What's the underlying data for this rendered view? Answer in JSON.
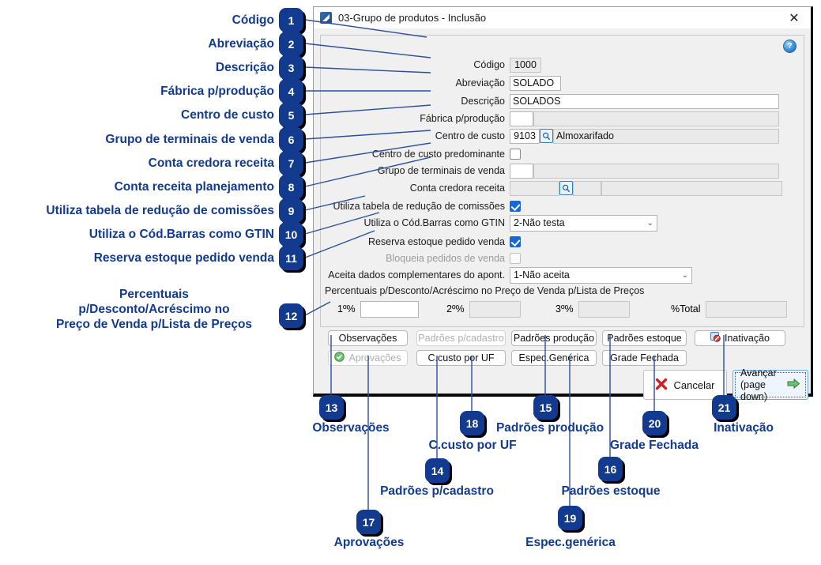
{
  "dialog": {
    "title": "03-Grupo de produtos - Inclusão",
    "title_icon": "app-icon",
    "close_icon": "✕",
    "help_icon": "?",
    "fields": [
      {
        "label": "Código",
        "value": "1000",
        "kind": "text-ro-small"
      },
      {
        "label": "Abreviação",
        "value": "SOLADO",
        "kind": "text"
      },
      {
        "label": "Descrição",
        "value": "SOLADOS",
        "kind": "text-wide"
      },
      {
        "label": "Fábrica p/produção",
        "value": "",
        "desc": "",
        "kind": "code-desc"
      },
      {
        "label": "Centro de custo",
        "value": "9103",
        "desc": "Almoxarifado",
        "kind": "code-lupa-desc"
      },
      {
        "label": "Centro de custo predominante",
        "value": "",
        "kind": "checkbox",
        "checked": false
      },
      {
        "label": "Grupo de terminais de venda",
        "value": "",
        "desc": "",
        "kind": "code-desc"
      },
      {
        "label": "Conta credora receita",
        "value": "",
        "desc": "",
        "kind": "conta"
      },
      {
        "label": "Utiliza tabela de redução de comissões",
        "value": "",
        "kind": "checkbox",
        "checked": true
      },
      {
        "label": "Utiliza o Cód.Barras como GTIN",
        "value": "2-Não testa",
        "kind": "select"
      },
      {
        "label": "Reserva estoque pedido venda",
        "value": "",
        "kind": "checkbox",
        "checked": true
      },
      {
        "label": "Bloqueia pedidos de venda",
        "value": "",
        "kind": "checkbox-disabled",
        "checked": false
      },
      {
        "label": "Aceita dados complementares do apont.",
        "value": "1-Não aceita",
        "kind": "select"
      }
    ],
    "percent_group": {
      "title": "Percentuais p/Desconto/Acréscimo no Preço de Venda p/Lista de Preços",
      "items": [
        {
          "label": "1º%",
          "value": "",
          "enabled": true
        },
        {
          "label": "2º%",
          "value": "",
          "enabled": false
        },
        {
          "label": "3º%",
          "value": "",
          "enabled": false
        },
        {
          "label": "%Total",
          "value": "",
          "enabled": false
        }
      ]
    },
    "buttons": [
      {
        "name": "observacoes",
        "label": "Observações",
        "disabled": false,
        "icon": null
      },
      {
        "name": "padroes-cadastro",
        "label": "Padrões p/cadastro",
        "disabled": true,
        "icon": null
      },
      {
        "name": "padroes-producao",
        "label": "Padrões produção",
        "disabled": false,
        "icon": null
      },
      {
        "name": "padroes-estoque",
        "label": "Padrões estoque",
        "disabled": false,
        "icon": null
      },
      {
        "name": "inativacao",
        "label": "Inativação",
        "disabled": false,
        "icon": "inactivate-icon"
      },
      {
        "name": "aprovacoes",
        "label": "Aprovações",
        "disabled": true,
        "icon": "approve-check-icon"
      },
      {
        "name": "ccusto-uf",
        "label": "C.custo por UF",
        "disabled": false,
        "icon": null
      },
      {
        "name": "espec-generica",
        "label": "Espec.Genérica",
        "disabled": false,
        "icon": null
      },
      {
        "name": "grade-fechada",
        "label": "Grade Fechada",
        "disabled": false,
        "icon": null
      }
    ],
    "cancel_button": {
      "label": "Cancelar",
      "icon": "red-x-icon"
    },
    "advance_button": {
      "line1": "Avançar",
      "line2": "(page down)",
      "icon": "green-arrow-icon"
    }
  },
  "annotations": {
    "left": [
      {
        "n": "1",
        "text": "Código"
      },
      {
        "n": "2",
        "text": "Abreviação"
      },
      {
        "n": "3",
        "text": "Descrição"
      },
      {
        "n": "4",
        "text": "Fábrica p/produção"
      },
      {
        "n": "5",
        "text": "Centro de custo"
      },
      {
        "n": "6",
        "text": "Grupo de terminais de venda"
      },
      {
        "n": "7",
        "text": "Conta credora receita"
      },
      {
        "n": "8",
        "text": "Conta receita planejamento"
      },
      {
        "n": "9",
        "text": "Utiliza tabela de redução de comissões"
      },
      {
        "n": "10",
        "text": "Utiliza o Cód.Barras como GTIN"
      },
      {
        "n": "11",
        "text": "Reserva estoque pedido venda"
      },
      {
        "n": "12",
        "text": "Percentuais\np/Desconto/Acréscimo no\nPreço de Venda p/Lista de Preços"
      }
    ],
    "bottom": [
      {
        "n": "13",
        "text": "Observações"
      },
      {
        "n": "14",
        "text": "Padrões p/cadastro"
      },
      {
        "n": "15",
        "text": "Padrões produção"
      },
      {
        "n": "16",
        "text": "Padrões estoque"
      },
      {
        "n": "17",
        "text": "Aprovações"
      },
      {
        "n": "18",
        "text": "C.custo por UF"
      },
      {
        "n": "19",
        "text": "Espec.genérica"
      },
      {
        "n": "20",
        "text": "Grade Fechada"
      },
      {
        "n": "21",
        "text": "Inativação"
      }
    ]
  },
  "colors": {
    "annotation_blue": "#123a8f",
    "checkbox_checked": "#1668d6",
    "dialog_bg": "#f0f0f0"
  }
}
